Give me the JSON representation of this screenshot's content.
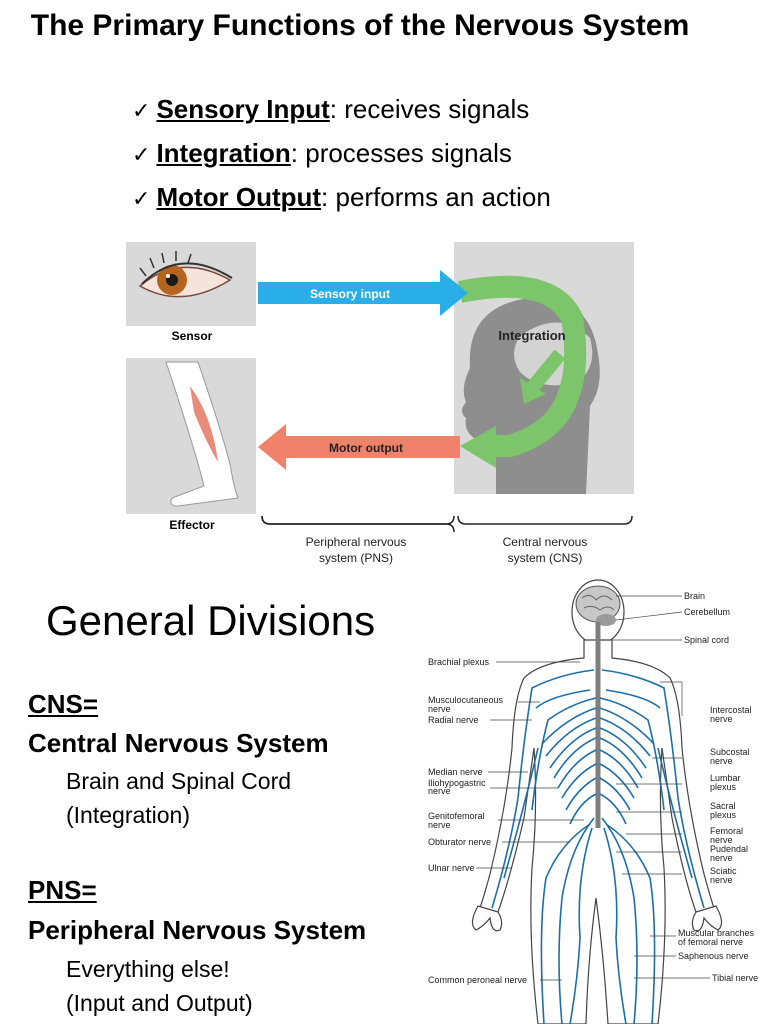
{
  "title": "The Primary Functions of the Nervous System",
  "functions": [
    {
      "term": "Sensory Input",
      "desc": ": receives signals"
    },
    {
      "term": "Integration",
      "desc": ": processes signals"
    },
    {
      "term": "Motor Output",
      "desc": ": performs an action"
    }
  ],
  "diagram": {
    "sensory_input": "Sensory input",
    "motor_output": "Motor output",
    "integration": "Integration",
    "sensor": "Sensor",
    "effector": "Effector",
    "pns_line1": "Peripheral nervous",
    "pns_line2": "system (PNS)",
    "cns_line1": "Central nervous",
    "cns_line2": "system (CNS)",
    "colors": {
      "sensory": "#2aaeea",
      "motor": "#f0826c",
      "integration": "#7cc56a",
      "panel": "#d9d9d9"
    }
  },
  "divisions": {
    "title": "General Divisions",
    "cns_head": "CNS=",
    "cns_full": "Central Nervous System",
    "cns_sub1": "Brain and Spinal Cord",
    "cns_sub2": "(Integration)",
    "pns_head": "PNS=",
    "pns_full": "Peripheral Nervous System",
    "pns_sub1": "Everything else!",
    "pns_sub2": "(Input and Output)"
  },
  "body_labels": {
    "brain": "Brain",
    "cerebellum": "Cerebellum",
    "spinal_cord": "Spinal cord",
    "brachial_plexus": "Brachial plexus",
    "musculocutaneous_1": "Musculocutaneous",
    "musculocutaneous_2": "nerve",
    "radial_nerve": "Radial nerve",
    "intercostal_1": "Intercostal",
    "intercostal_2": "nerve",
    "subcostal_1": "Subcostal",
    "subcostal_2": "nerve",
    "median_nerve": "Median nerve",
    "iliohypogastric_1": "Iliohypogastric",
    "iliohypogastric_2": "nerve",
    "lumbar_1": "Lumbar",
    "lumbar_2": "plexus",
    "sacral_1": "Sacral",
    "sacral_2": "plexus",
    "genitofemoral_1": "Genitofemoral",
    "genitofemoral_2": "nerve",
    "femoral_1": "Femoral",
    "femoral_2": "nerve",
    "obturator_nerve": "Obturator nerve",
    "pudendal_1": "Pudendal",
    "pudendal_2": "nerve",
    "ulnar_nerve": "Ulnar nerve",
    "sciatic_1": "Sciatic",
    "sciatic_2": "nerve",
    "muscular_1": "Muscular branches",
    "muscular_2": "of femoral nerve",
    "saphenous_nerve": "Saphenous nerve",
    "common_peroneal": "Common peroneal nerve",
    "tibial_nerve": "Tibial nerve",
    "nerve_color": "#1d6fa8"
  }
}
